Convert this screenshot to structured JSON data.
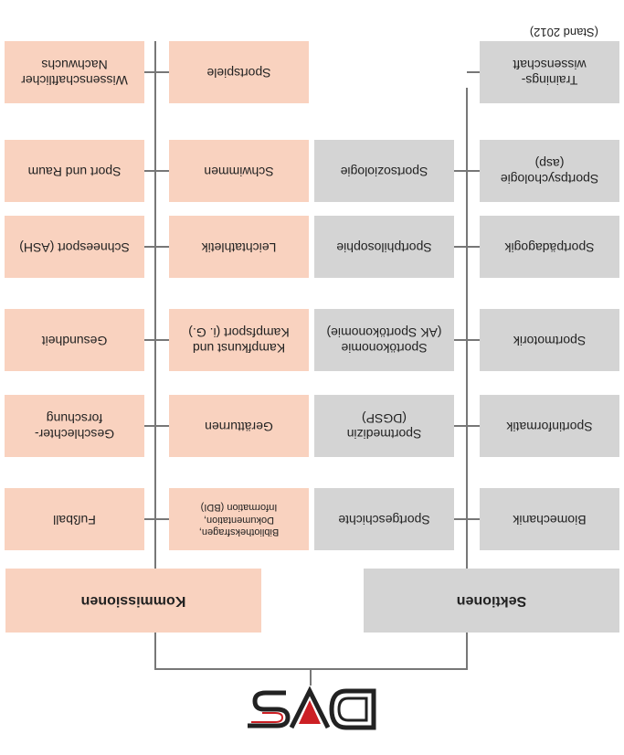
{
  "logo": {
    "text": "dvs",
    "colors": {
      "primary": "#cc1f24",
      "outline": "#222222"
    }
  },
  "sektionen": {
    "header": "Sektionen",
    "items": [
      "Biomechanik",
      "Sportgeschichte",
      "Sportinformatik",
      "Sportmedizin\n(DGSP)",
      "Sportmotorik",
      "Sportökonomie\n(AK Sportökonomie)",
      "Sportpädagogik",
      "Sportphilosophie",
      "Sportpsychologie\n(asp)",
      "Sportsoziologie",
      "Trainings-\nwissenschaft"
    ]
  },
  "kommissionen": {
    "header": "Kommissionen",
    "items": [
      "Bibliotheksfragen,\nDokumentation,\nInformation (BDI)",
      "Fußball",
      "Gerätturnen",
      "Geschlechter-\nforschung",
      "Kampfkunst und\nKampfsport (i. G.)",
      "Gesundheit",
      "Leichtathletik",
      "Schneesport (ASH)",
      "Schwimmen",
      "Sport und Raum",
      "Sportspiele",
      "Wissenschaftlicher\nNachwuchs"
    ]
  },
  "footnote": "(Stand 2012)",
  "colors": {
    "sektion_fill": "#d4d4d4",
    "kommission_fill": "#f9d2bf",
    "connector": "#777777"
  }
}
